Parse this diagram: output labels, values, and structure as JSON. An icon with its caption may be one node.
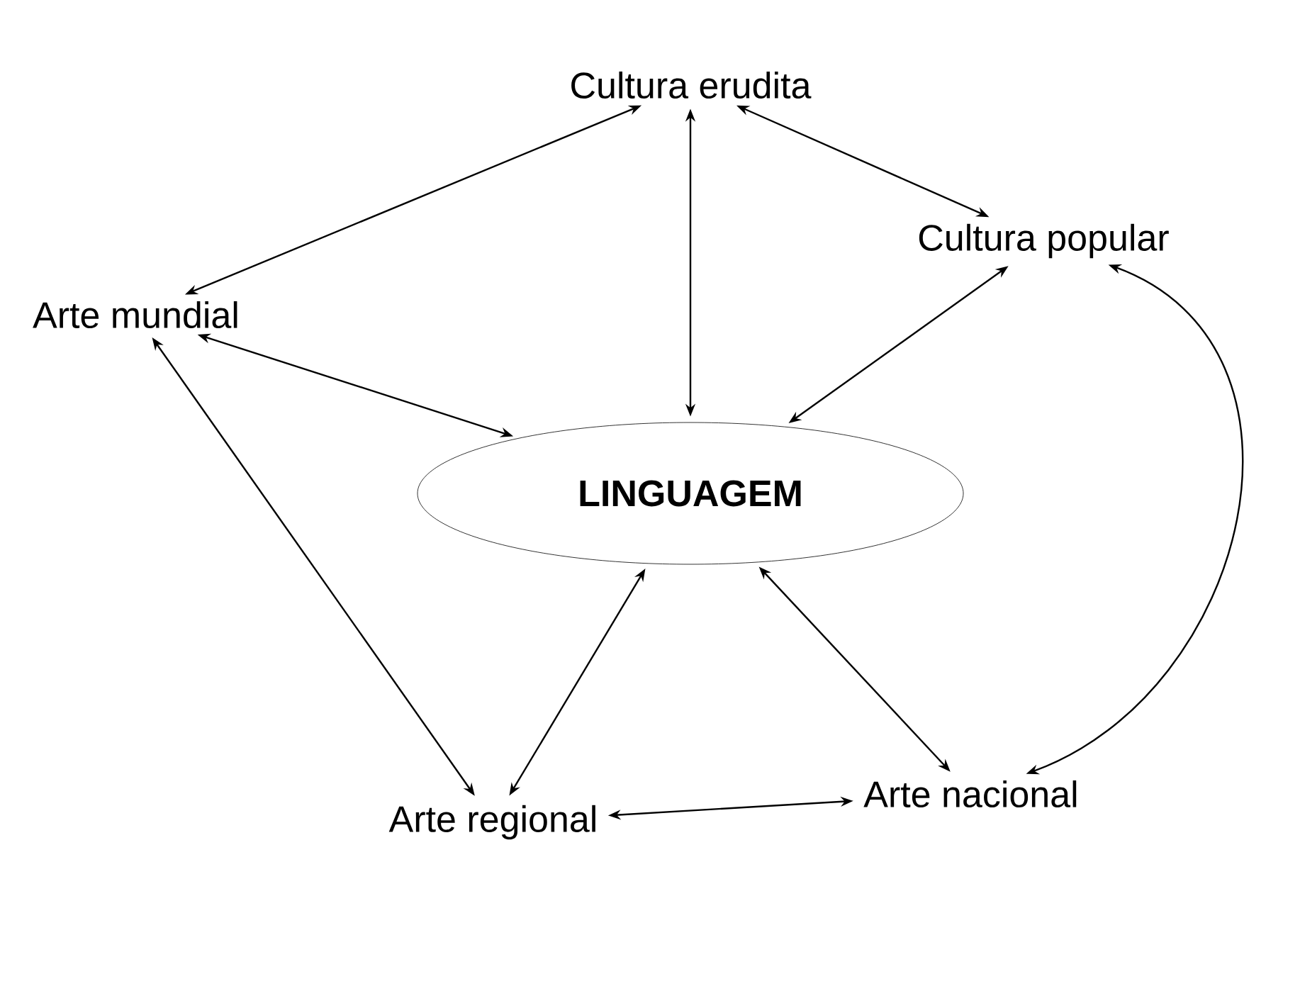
{
  "diagram": {
    "nodes": [
      {
        "text": [
          "Cultura erudita"
        ]
      },
      {
        "text": [
          "Cultura popular"
        ]
      },
      {
        "text": [
          "Arte mundial"
        ]
      },
      {
        "text": [
          "LINGUAGEM"
        ]
      },
      {
        "text": [
          "Arte regional"
        ]
      },
      {
        "text": [
          "Arte nacional"
        ]
      }
    ],
    "edges": [
      {
        "from": 2,
        "to": 0,
        "arrow": "both"
      },
      {
        "from": 0,
        "to": 1,
        "arrow": "both"
      },
      {
        "from": 0,
        "to": 3,
        "arrow": "both"
      },
      {
        "from": 2,
        "to": 3,
        "arrow": "both"
      },
      {
        "from": 3,
        "to": 1,
        "arrow": "both"
      },
      {
        "from": 1,
        "to": 5,
        "arrow": "both"
      },
      {
        "from": 2,
        "to": 4,
        "arrow": "both"
      },
      {
        "from": 3,
        "to": 4,
        "arrow": "both"
      },
      {
        "from": 3,
        "to": 5,
        "arrow": "both"
      },
      {
        "from": 4,
        "to": 5,
        "arrow": "both"
      }
    ]
  }
}
